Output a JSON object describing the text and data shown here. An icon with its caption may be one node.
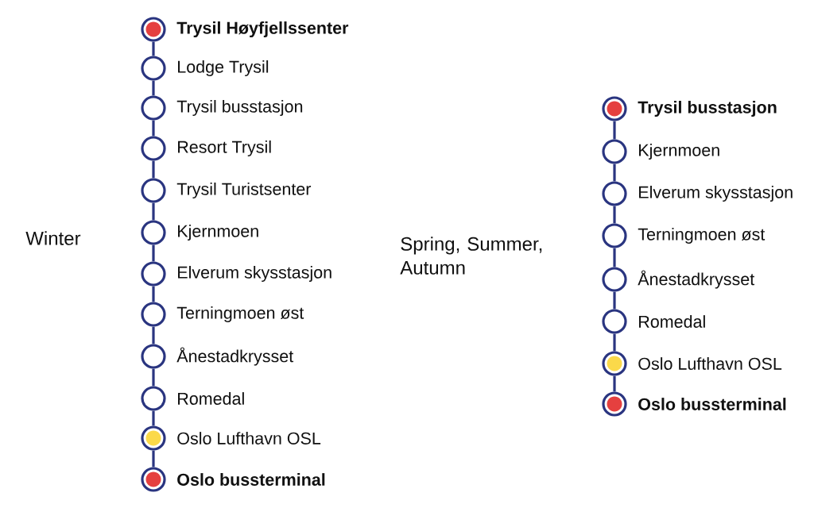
{
  "diagram": {
    "nodes": [
      {
        "text": [
          "Trysil Høyfjellssenter"
        ]
      },
      {
        "text": [
          "Lodge Trysil"
        ]
      },
      {
        "text": [
          "Trysil busstasjon"
        ]
      },
      {
        "text": [
          "Resort Trysil"
        ]
      },
      {
        "text": [
          "Trysil Turistsenter"
        ]
      },
      {
        "text": [
          "Kjernmoen"
        ]
      },
      {
        "text": [
          "Elverum skysstasjon"
        ]
      },
      {
        "text": [
          "Terningmoen øst"
        ]
      },
      {
        "text": [
          "Ånestadkrysset"
        ]
      },
      {
        "text": [
          "Romedal"
        ]
      },
      {
        "text": [
          "Oslo Lufthavn OSL"
        ]
      },
      {
        "text": [
          "Oslo bussterminal"
        ]
      },
      {
        "text": [
          "Trysil busstasjon"
        ]
      },
      {
        "text": [
          "Kjernmoen"
        ]
      },
      {
        "text": [
          "Elverum skysstasjon"
        ]
      },
      {
        "text": [
          "Terningmoen øst"
        ]
      },
      {
        "text": [
          "Ånestadkrysset"
        ]
      },
      {
        "text": [
          "Romedal"
        ]
      },
      {
        "text": [
          "Oslo Lufthavn OSL"
        ]
      },
      {
        "text": [
          "Oslo bussterminal"
        ]
      }
    ],
    "edges": [
      {
        "from": 0,
        "to": 1,
        "arrow": "none"
      },
      {
        "from": 1,
        "to": 2,
        "arrow": "none"
      },
      {
        "from": 2,
        "to": 3,
        "arrow": "none"
      },
      {
        "from": 3,
        "to": 4,
        "arrow": "none"
      },
      {
        "from": 4,
        "to": 5,
        "arrow": "none"
      },
      {
        "from": 5,
        "to": 6,
        "arrow": "none"
      },
      {
        "from": 6,
        "to": 7,
        "arrow": "none"
      },
      {
        "from": 7,
        "to": 8,
        "arrow": "none"
      },
      {
        "from": 8,
        "to": 9,
        "arrow": "none"
      },
      {
        "from": 9,
        "to": 10,
        "arrow": "none"
      },
      {
        "from": 10,
        "to": 11,
        "arrow": "none"
      },
      {
        "from": 12,
        "to": 13,
        "arrow": "none"
      },
      {
        "from": 13,
        "to": 14,
        "arrow": "none"
      },
      {
        "from": 14,
        "to": 15,
        "arrow": "none"
      },
      {
        "from": 15,
        "to": 16,
        "arrow": "none"
      },
      {
        "from": 16,
        "to": 17,
        "arrow": "none"
      },
      {
        "from": 17,
        "to": 18,
        "arrow": "none"
      },
      {
        "from": 18,
        "to": 19,
        "arrow": "none"
      }
    ],
    "labels": [
      "Winter",
      "Spring, Summer, Autumn"
    ]
  }
}
